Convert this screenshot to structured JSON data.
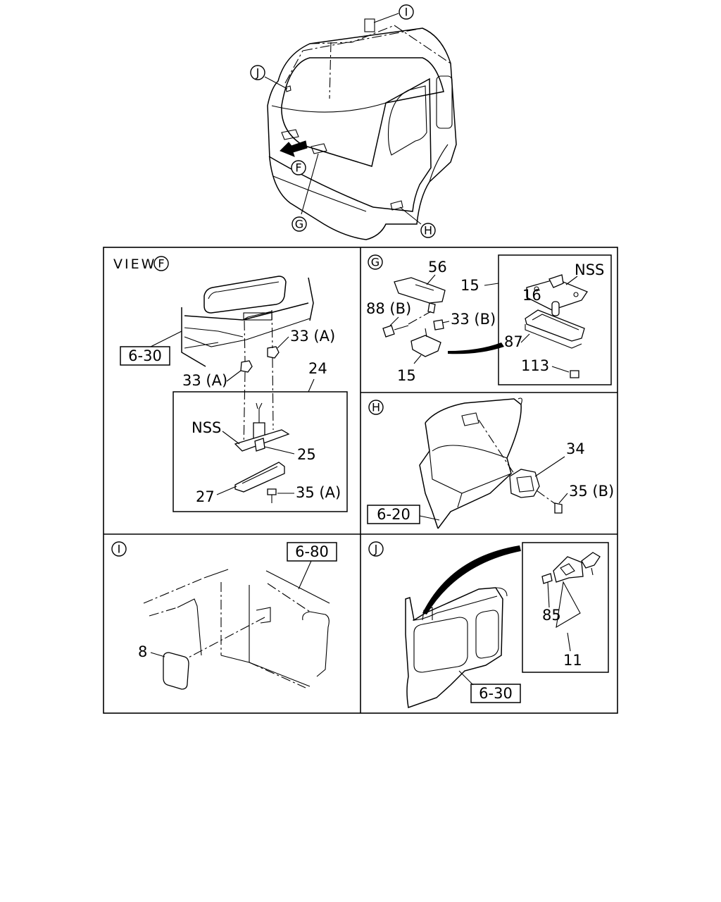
{
  "callouts": {
    "I": "I",
    "J": "J",
    "F": "F",
    "G": "G",
    "H": "H"
  },
  "panel_f": {
    "view_text": "VIEW",
    "view_circle": "F",
    "ref": "6-30",
    "labels": {
      "p33a_right": "33 (A)",
      "p33a_left": "33 (A)",
      "p24": "24",
      "nss": "NSS",
      "p25": "25",
      "p27": "27",
      "p35a": "35 (A)"
    }
  },
  "panel_g": {
    "circle": "G",
    "labels": {
      "p56": "56",
      "p15_top": "15",
      "nss": "NSS",
      "p88b": "88 (B)",
      "p33b": "33 (B)",
      "p16": "16",
      "p87": "87",
      "p15_bottom": "15",
      "p113": "113"
    }
  },
  "panel_h": {
    "circle": "H",
    "ref": "6-20",
    "labels": {
      "p34": "34",
      "p35b": "35 (B)"
    }
  },
  "panel_i": {
    "circle": "I",
    "ref": "6-80",
    "labels": {
      "p8": "8"
    }
  },
  "panel_j": {
    "circle": "J",
    "ref": "6-30",
    "labels": {
      "p85": "85",
      "p11": "11"
    }
  }
}
